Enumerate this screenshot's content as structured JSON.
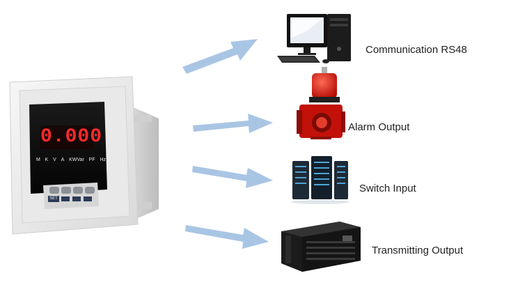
{
  "meter": {
    "display_value": "0.000",
    "unit_labels": [
      "M",
      "K",
      "V",
      "A",
      "KWVar",
      "PF",
      "Hz"
    ],
    "button_label": "SET"
  },
  "outputs": [
    {
      "label": "Communication RS48",
      "icon": "desktop-computer-icon"
    },
    {
      "label": "Alarm Output",
      "icon": "alarm-siren-icon"
    },
    {
      "label": "Switch Input",
      "icon": "server-rack-icon"
    },
    {
      "label": "Transmitting Output",
      "icon": "rack-chassis-icon"
    }
  ],
  "colors": {
    "arrow": "#a9c5e4",
    "display_red": "#ff2a2a",
    "meter_body": "#ececec",
    "siren_red": "#d8130b"
  }
}
